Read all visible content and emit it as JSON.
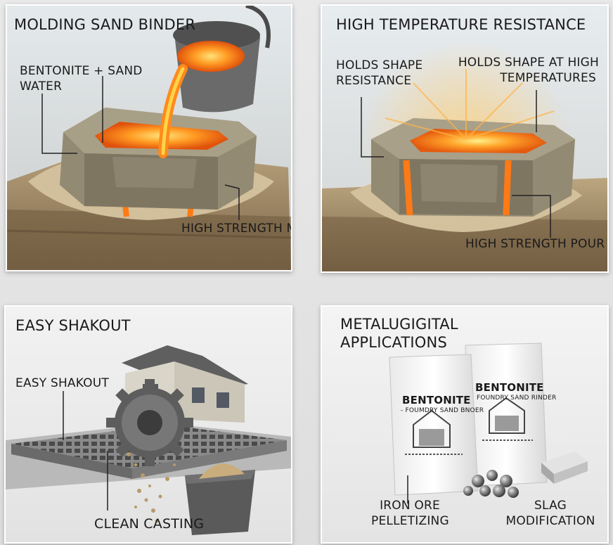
{
  "panels": {
    "molding": {
      "title": "MOLDING SAND BINDER",
      "label_ingredients": "BENTONITE + SAND",
      "label_water": "WATER",
      "label_mold": "HIGH STRENGTH MOLD"
    },
    "temperature": {
      "title": "HIGH TEMPERATURE RESISTANCE",
      "label_holds_shape_1": "HOLDS SHAPE",
      "label_resistance": "RESISTANCE",
      "label_holds_high_1": "HOLDS SHAPE AT HIGH",
      "label_holds_high_2": "TEMPERATURES",
      "label_pour": "HIGH STRENGTH POUR"
    },
    "shakeout": {
      "title": "EASY SHAKOUT",
      "label_shakeout": "EASY SHAKOUT",
      "label_casting": "CLEAN CASTING"
    },
    "applications": {
      "title_line1": "METALUGIGITAL",
      "title_line2": "APPLICATIONS",
      "bag1_brand": "BENTONITE",
      "bag1_sub": "- FOUMDRY SAND BNOER",
      "bag2_brand": "BENTONITE",
      "bag2_sub": "FOUNDRY SAND RINDER",
      "label_iron_1": "IRON ORE",
      "label_iron_2": "PELLETIZING",
      "label_slag_1": "SLAG",
      "label_slag_2": "MODIFICATION"
    }
  },
  "colors": {
    "molten": "#ff8a1c",
    "molten_core": "#ffd34a",
    "sand": "#cdb894",
    "mold_wall": "#8f8670",
    "sky": "#dfe7ec"
  },
  "icons": [
    "ladle-icon",
    "gear-icon",
    "house-icon",
    "bag-icon",
    "pellet-icon",
    "ingot-icon"
  ]
}
